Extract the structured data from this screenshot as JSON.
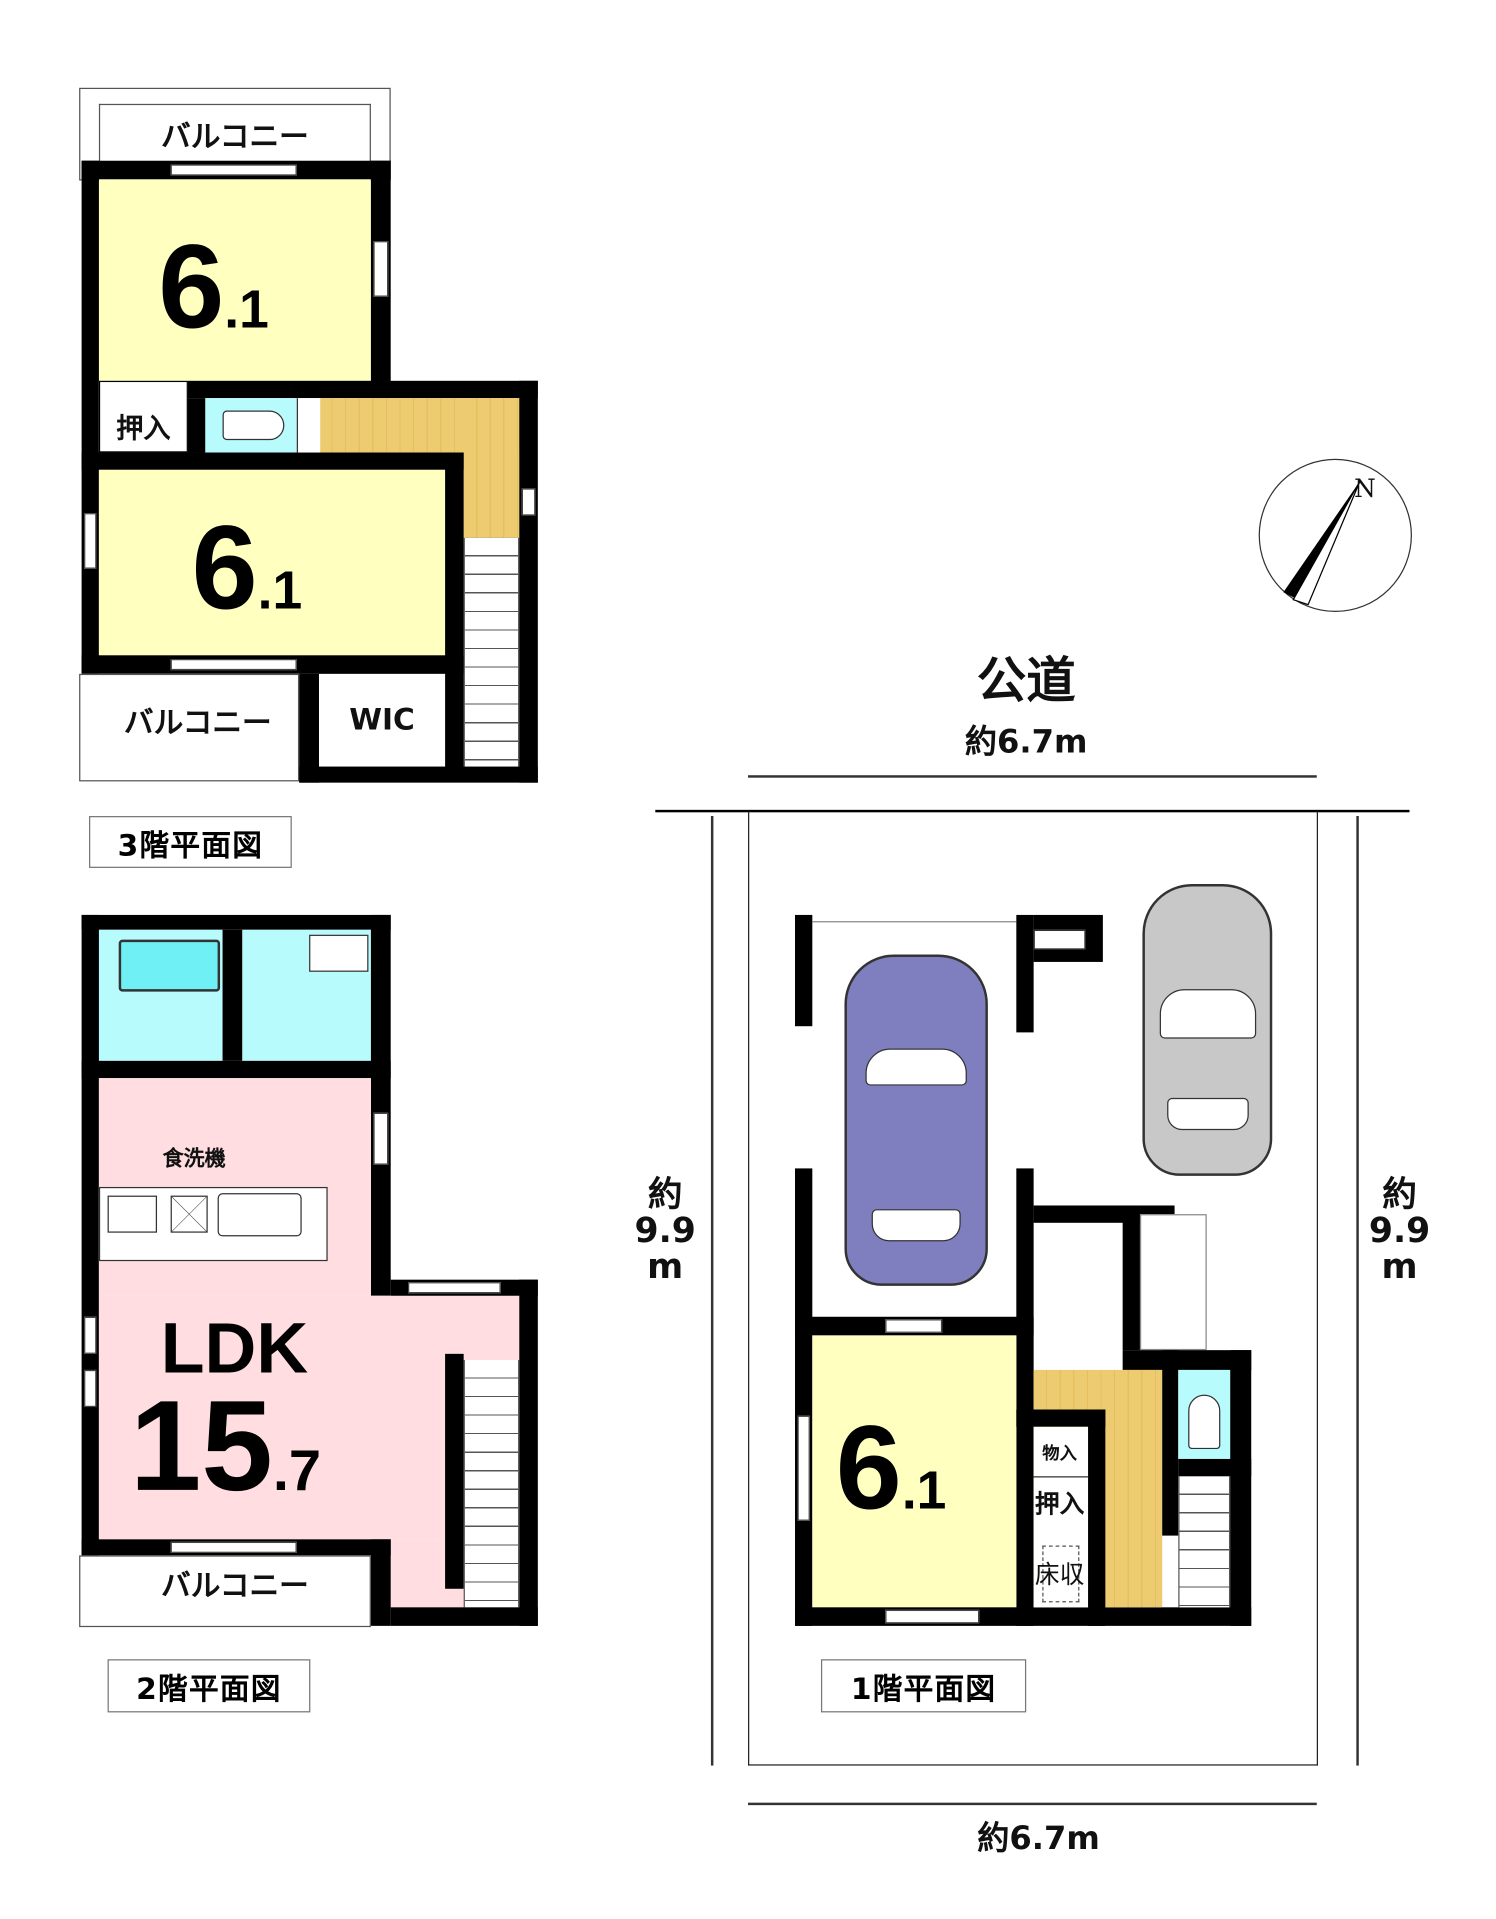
{
  "floor3": {
    "title": "3階平面図",
    "balcony_top": "バルコニー",
    "room_upper": {
      "size": "6",
      "decimal": ".1"
    },
    "closet": "押入",
    "room_lower": {
      "size": "6",
      "decimal": ".1"
    },
    "balcony_bottom": "バルコニー",
    "wic": "WIC"
  },
  "floor2": {
    "title": "2階平面図",
    "dishwasher": "食洗機",
    "ldk_label": "LDK",
    "ldk_size": {
      "size": "15",
      "decimal": ".7"
    },
    "balcony": "バルコニー"
  },
  "floor1": {
    "title": "1階平面図",
    "room": {
      "size": "6",
      "decimal": ".1"
    },
    "storage": "物入",
    "closet": "押入",
    "floor_storage": "床収"
  },
  "site": {
    "road": "公道",
    "width_top": "約6.7m",
    "width_bottom": "約6.7m",
    "depth_left": [
      "約",
      "9.9",
      "m"
    ],
    "depth_right": [
      "約",
      "9.9",
      "m"
    ],
    "north": "N"
  },
  "colors": {
    "room": "#FFFFC0",
    "wet": "#B8FBFD",
    "ldk": "#FFDDE0",
    "floor": "#EDCB70",
    "car_blue": "#7F7FC0",
    "car_gray": "#C8C8C8"
  }
}
